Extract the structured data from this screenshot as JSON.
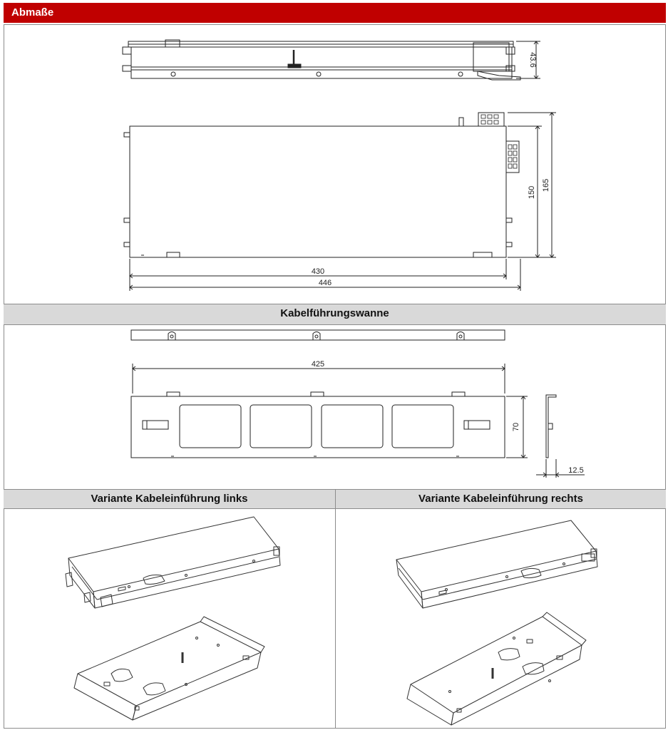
{
  "page": {
    "title": "Abmaße",
    "accent_color": "#c00000"
  },
  "dimensions": {
    "height_side": "43.6",
    "depth_inner": "150",
    "depth_outer": "165",
    "width_inner": "430",
    "width_outer": "446"
  },
  "cable_tray": {
    "header": "Kabelführungswanne",
    "width": "425",
    "depth": "70",
    "flange": "12.5"
  },
  "variants": {
    "left_header": "Variante Kabeleinführung links",
    "right_header": "Variante Kabeleinführung rechts"
  }
}
